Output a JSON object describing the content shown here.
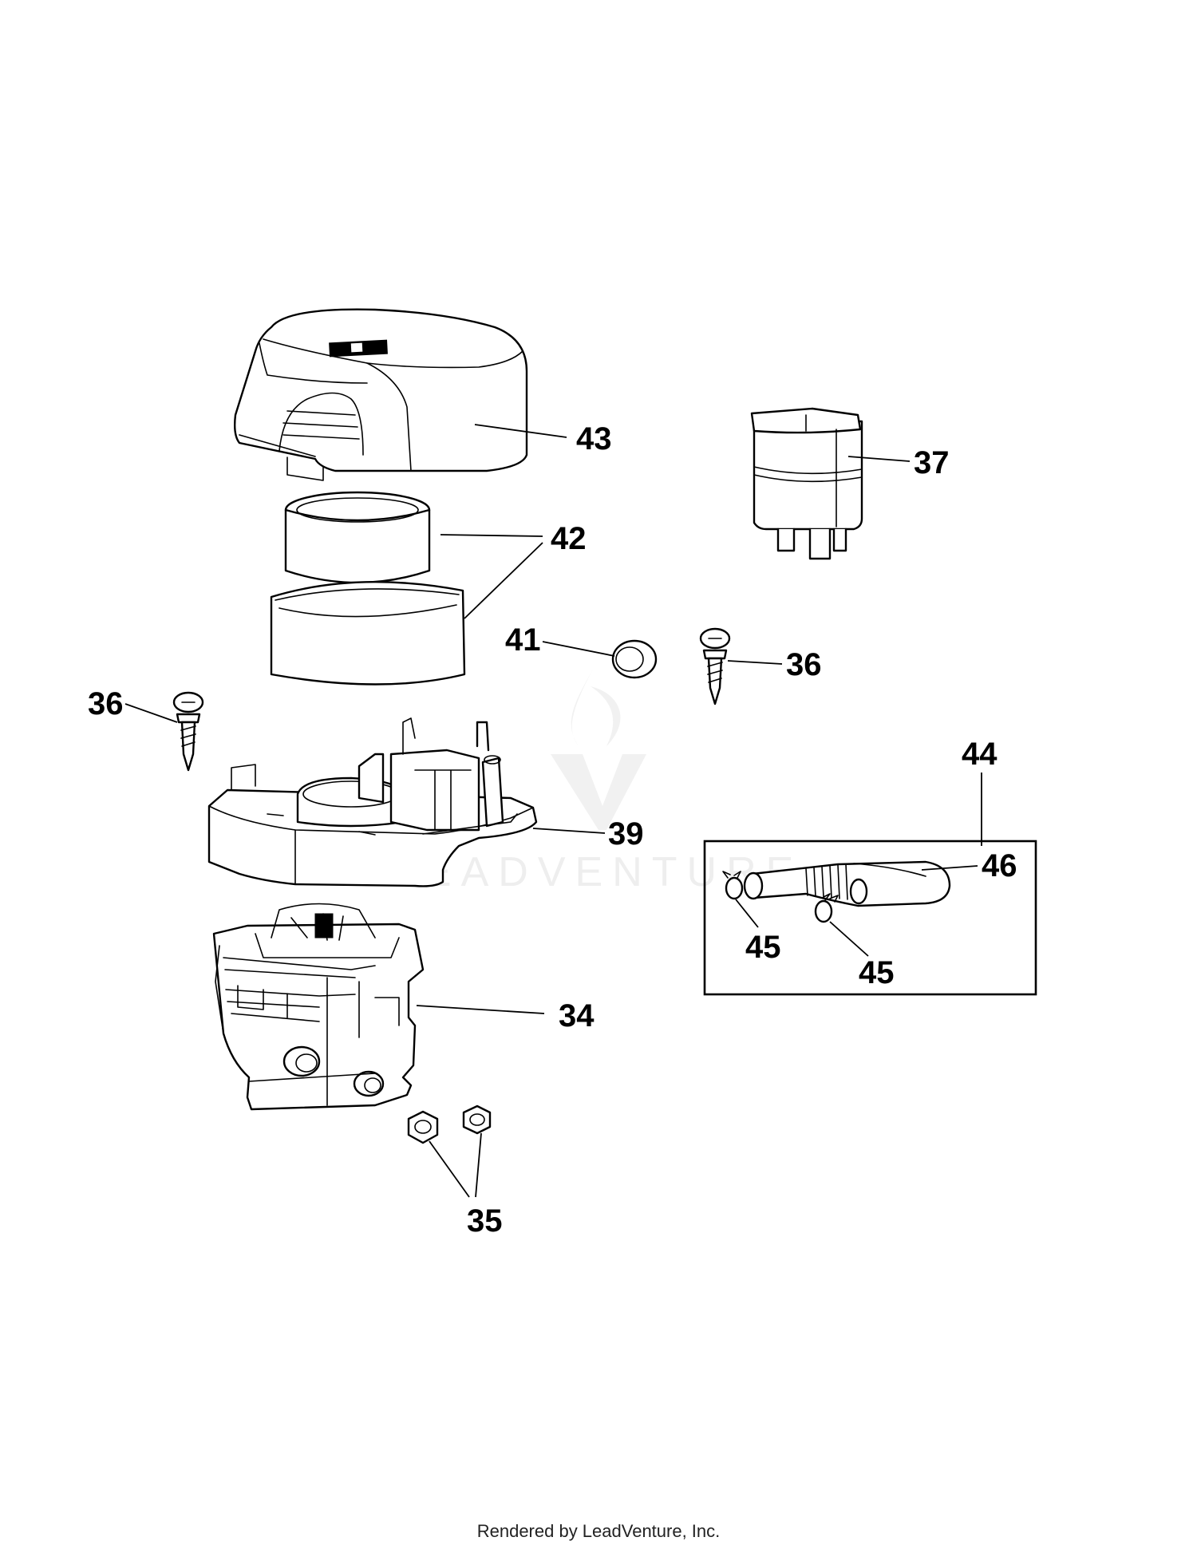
{
  "watermark": {
    "text": "LEADVENTURE"
  },
  "callouts": {
    "c43": "43",
    "c37": "37",
    "c42": "42",
    "c41": "41",
    "c36a": "36",
    "c36b": "36",
    "c44": "44",
    "c39": "39",
    "c46": "46",
    "c45a": "45",
    "c45b": "45",
    "c34": "34",
    "c35": "35"
  },
  "footer": {
    "text": "Rendered by LeadVenture, Inc."
  }
}
